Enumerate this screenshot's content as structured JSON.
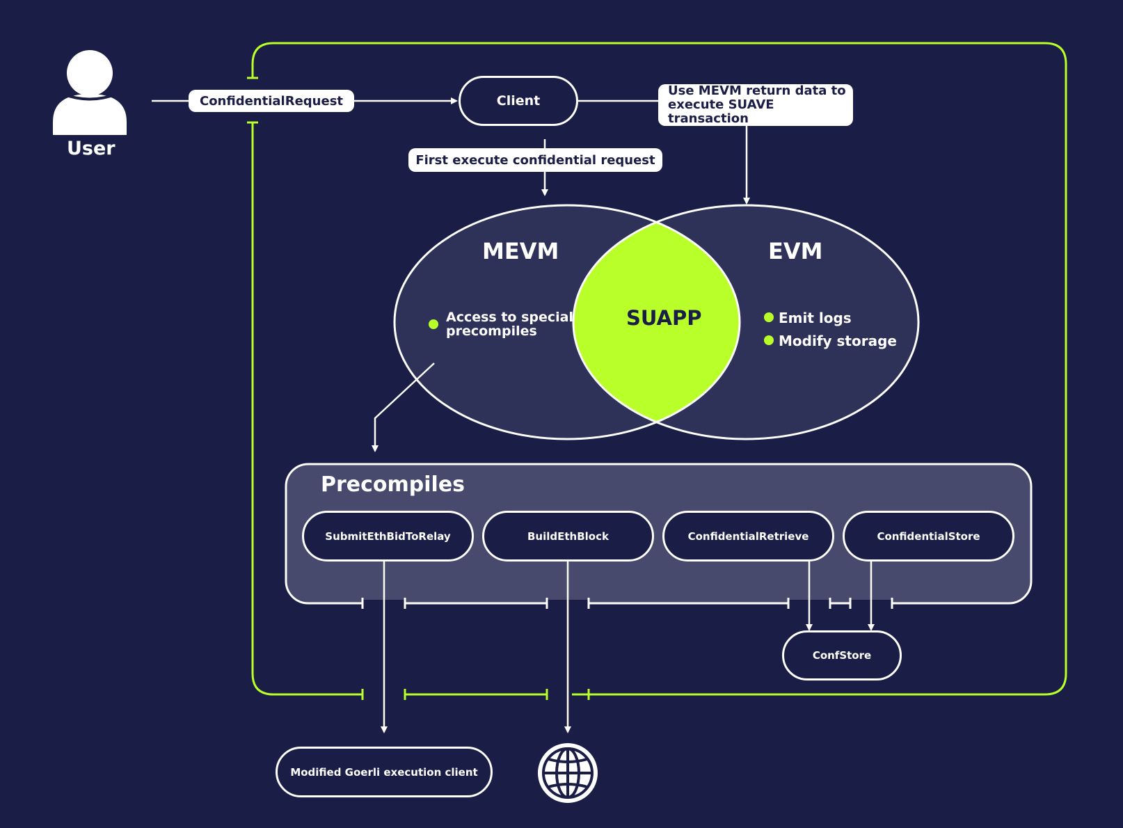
{
  "user": {
    "label": "User"
  },
  "flow": {
    "confidential_request": "ConfidentialRequest",
    "client": "Client",
    "use_mevm_line1": "Use MEVM return data to",
    "use_mevm_line2": "execute SUAVE transaction",
    "first_execute": "First execute confidential request"
  },
  "mevm": {
    "title": "MEVM",
    "bullet_line1": "Access to special",
    "bullet_line2": "precompiles"
  },
  "suapp": {
    "title": "SUAPP"
  },
  "evm": {
    "title": "EVM",
    "bullets": [
      "Emit logs",
      "Modify storage"
    ]
  },
  "precompiles": {
    "title": "Precompiles",
    "items": [
      "SubmitEthBidToRelay",
      "BuildEthBlock",
      "ConfidentialRetrieve",
      "ConfidentialStore"
    ]
  },
  "confstore": {
    "label": "ConfStore"
  },
  "goerli": {
    "label": "Modified Goerli execution client"
  },
  "icons": {
    "user": "user-icon",
    "globe": "globe-icon"
  },
  "colors": {
    "background": "#1a1d45",
    "accent": "#b9ff2a",
    "white": "#ffffff",
    "venn_fill": "#2e3158",
    "precompiles_fill": "#474a6c"
  }
}
